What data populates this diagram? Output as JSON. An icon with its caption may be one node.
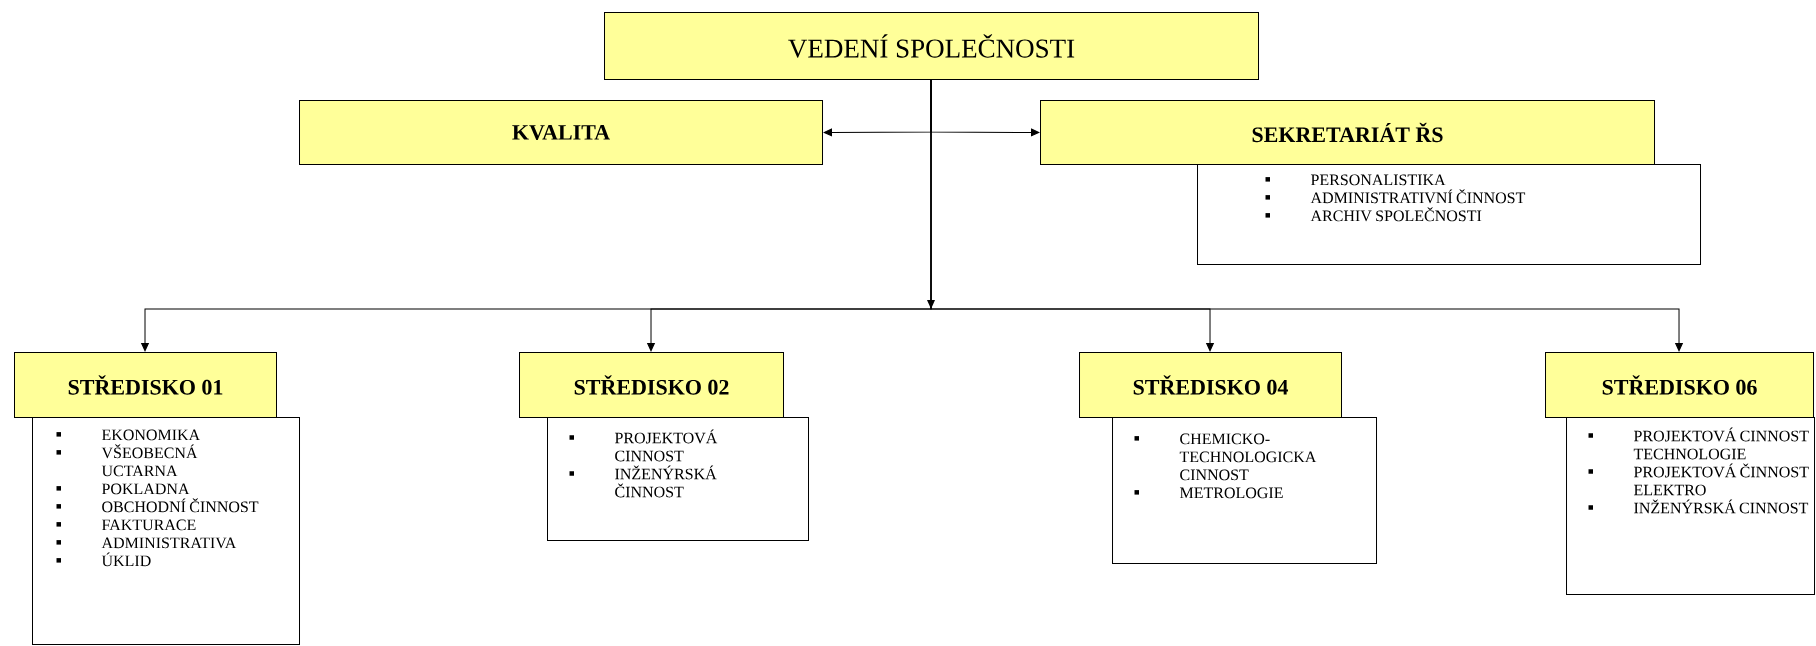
{
  "diagram": {
    "nodes": [
      {
        "text": [
          "VEDENÍ SPOLEČNOSTI"
        ]
      },
      {
        "text": [
          "KVALITA"
        ]
      },
      {
        "text": [
          "SEKRETARIÁT ŘS"
        ]
      },
      {
        "text": [
          "PERSONALISTIKA",
          "ADMINISTRATIVNÍ ČINNOST",
          "ARCHIV SPOLEČNOSTI"
        ]
      },
      {
        "text": [
          "STŘEDISKO 01"
        ]
      },
      {
        "text": [
          "EKONOMIKA",
          "VŠEOBECNÁ UCTARNA",
          "POKLADNA",
          "OBCHODNÍ ČINNOST",
          "FAKTURACE",
          "ADMINISTRATIVA",
          "ÚKLID"
        ]
      },
      {
        "text": [
          "STŘEDISKO 02"
        ]
      },
      {
        "text": [
          "PROJEKTOVÁ CINNOST",
          "INŽENÝRSKÁ ČINNOST"
        ]
      },
      {
        "text": [
          "STŘEDISKO 04"
        ]
      },
      {
        "text": [
          "CHEMICKO-TECHNOLOGICKA CINNOST",
          "METROLOGIE"
        ]
      },
      {
        "text": [
          "STŘEDISKO 06"
        ]
      },
      {
        "text": [
          "PROJEKTOVÁ CINNOST TECHNOLOGIE",
          "PROJEKTOVÁ ČINNOST ELEKTRO",
          "INŽENÝRSKÁ CINNOST"
        ]
      }
    ],
    "edges": [
      {
        "from": 0,
        "to": 1,
        "arrow": "to"
      },
      {
        "from": 0,
        "to": 2,
        "arrow": "to"
      },
      {
        "from": 0,
        "to": 4,
        "arrow": "to"
      },
      {
        "from": 0,
        "to": 6,
        "arrow": "to"
      },
      {
        "from": 0,
        "to": 8,
        "arrow": "to"
      },
      {
        "from": 0,
        "to": 10,
        "arrow": "to"
      }
    ]
  }
}
